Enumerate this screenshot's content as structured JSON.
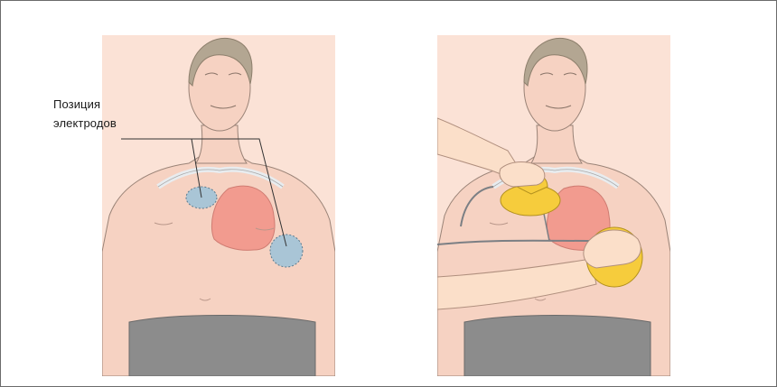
{
  "figure": {
    "electrode_label_line1": "Позиция",
    "electrode_label_line2": "электродов"
  },
  "colors": {
    "skin_background": "#fbe2d6",
    "skin": "#f6d2c2",
    "outline": "#9a8377",
    "hair": "#b3a692",
    "heart": "#f29b8f",
    "electrode_pad": "#a9c5d6",
    "paddle": "#f6cc3c",
    "pants": "#8c8c8c",
    "cable": "#7b7f84"
  },
  "icons": [
    "patient-torso",
    "heart",
    "electrode-pad",
    "defibrillator-paddle",
    "hand",
    "cable"
  ]
}
